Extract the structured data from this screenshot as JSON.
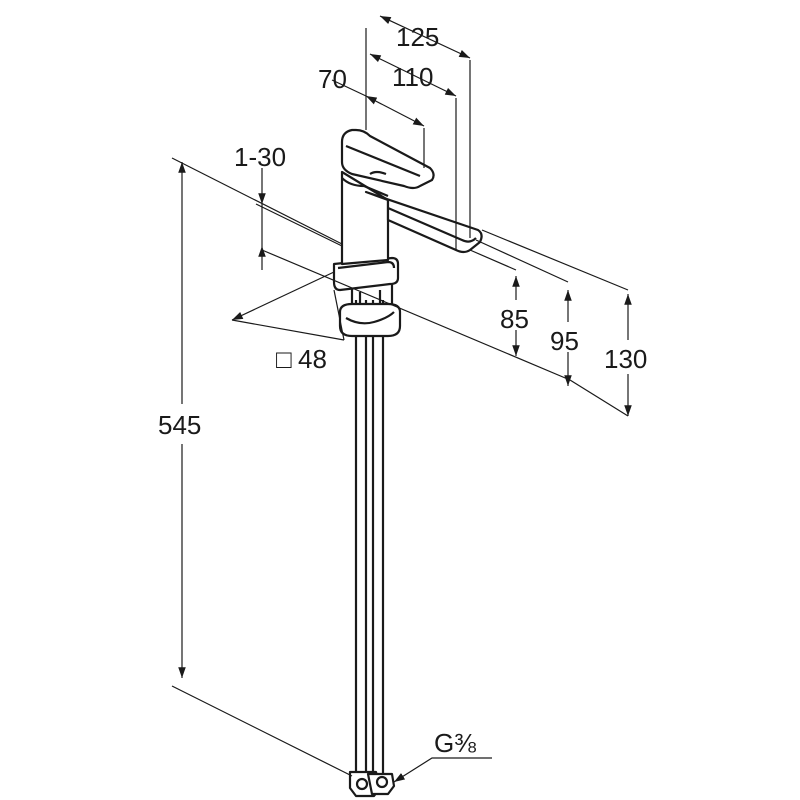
{
  "dimensions": {
    "width_125": "125",
    "width_110": "110",
    "width_70": "70",
    "range_1_30": "1-30",
    "base_48": "48",
    "base_symbol": "□",
    "height_85": "85",
    "height_95": "95",
    "height_130": "130",
    "height_545": "545",
    "thread": "G⅜"
  },
  "colors": {
    "line": "#1a1a1a",
    "background": "#ffffff"
  }
}
